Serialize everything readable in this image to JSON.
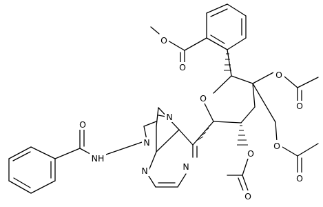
{
  "diagram": {
    "type": "chemical-structure",
    "atom_labels": {
      "O_ester_methoxy": "O",
      "O_ester_carbonyl": "O",
      "O_ring": "O",
      "O_acetoxy_1": "O",
      "O_acetoxy_1_carbonyl": "O",
      "O_acetoxy_2": "O",
      "O_acetoxy_2_carbonyl": "O",
      "O_acetoxy_3": "O",
      "O_acetoxy_3_carbonyl": "O",
      "O_amide": "O",
      "NH_amide": "NH",
      "N_purine_7": "N",
      "N_purine_9": "N",
      "N_purine_1": "N",
      "N_purine_3": "N"
    }
  }
}
